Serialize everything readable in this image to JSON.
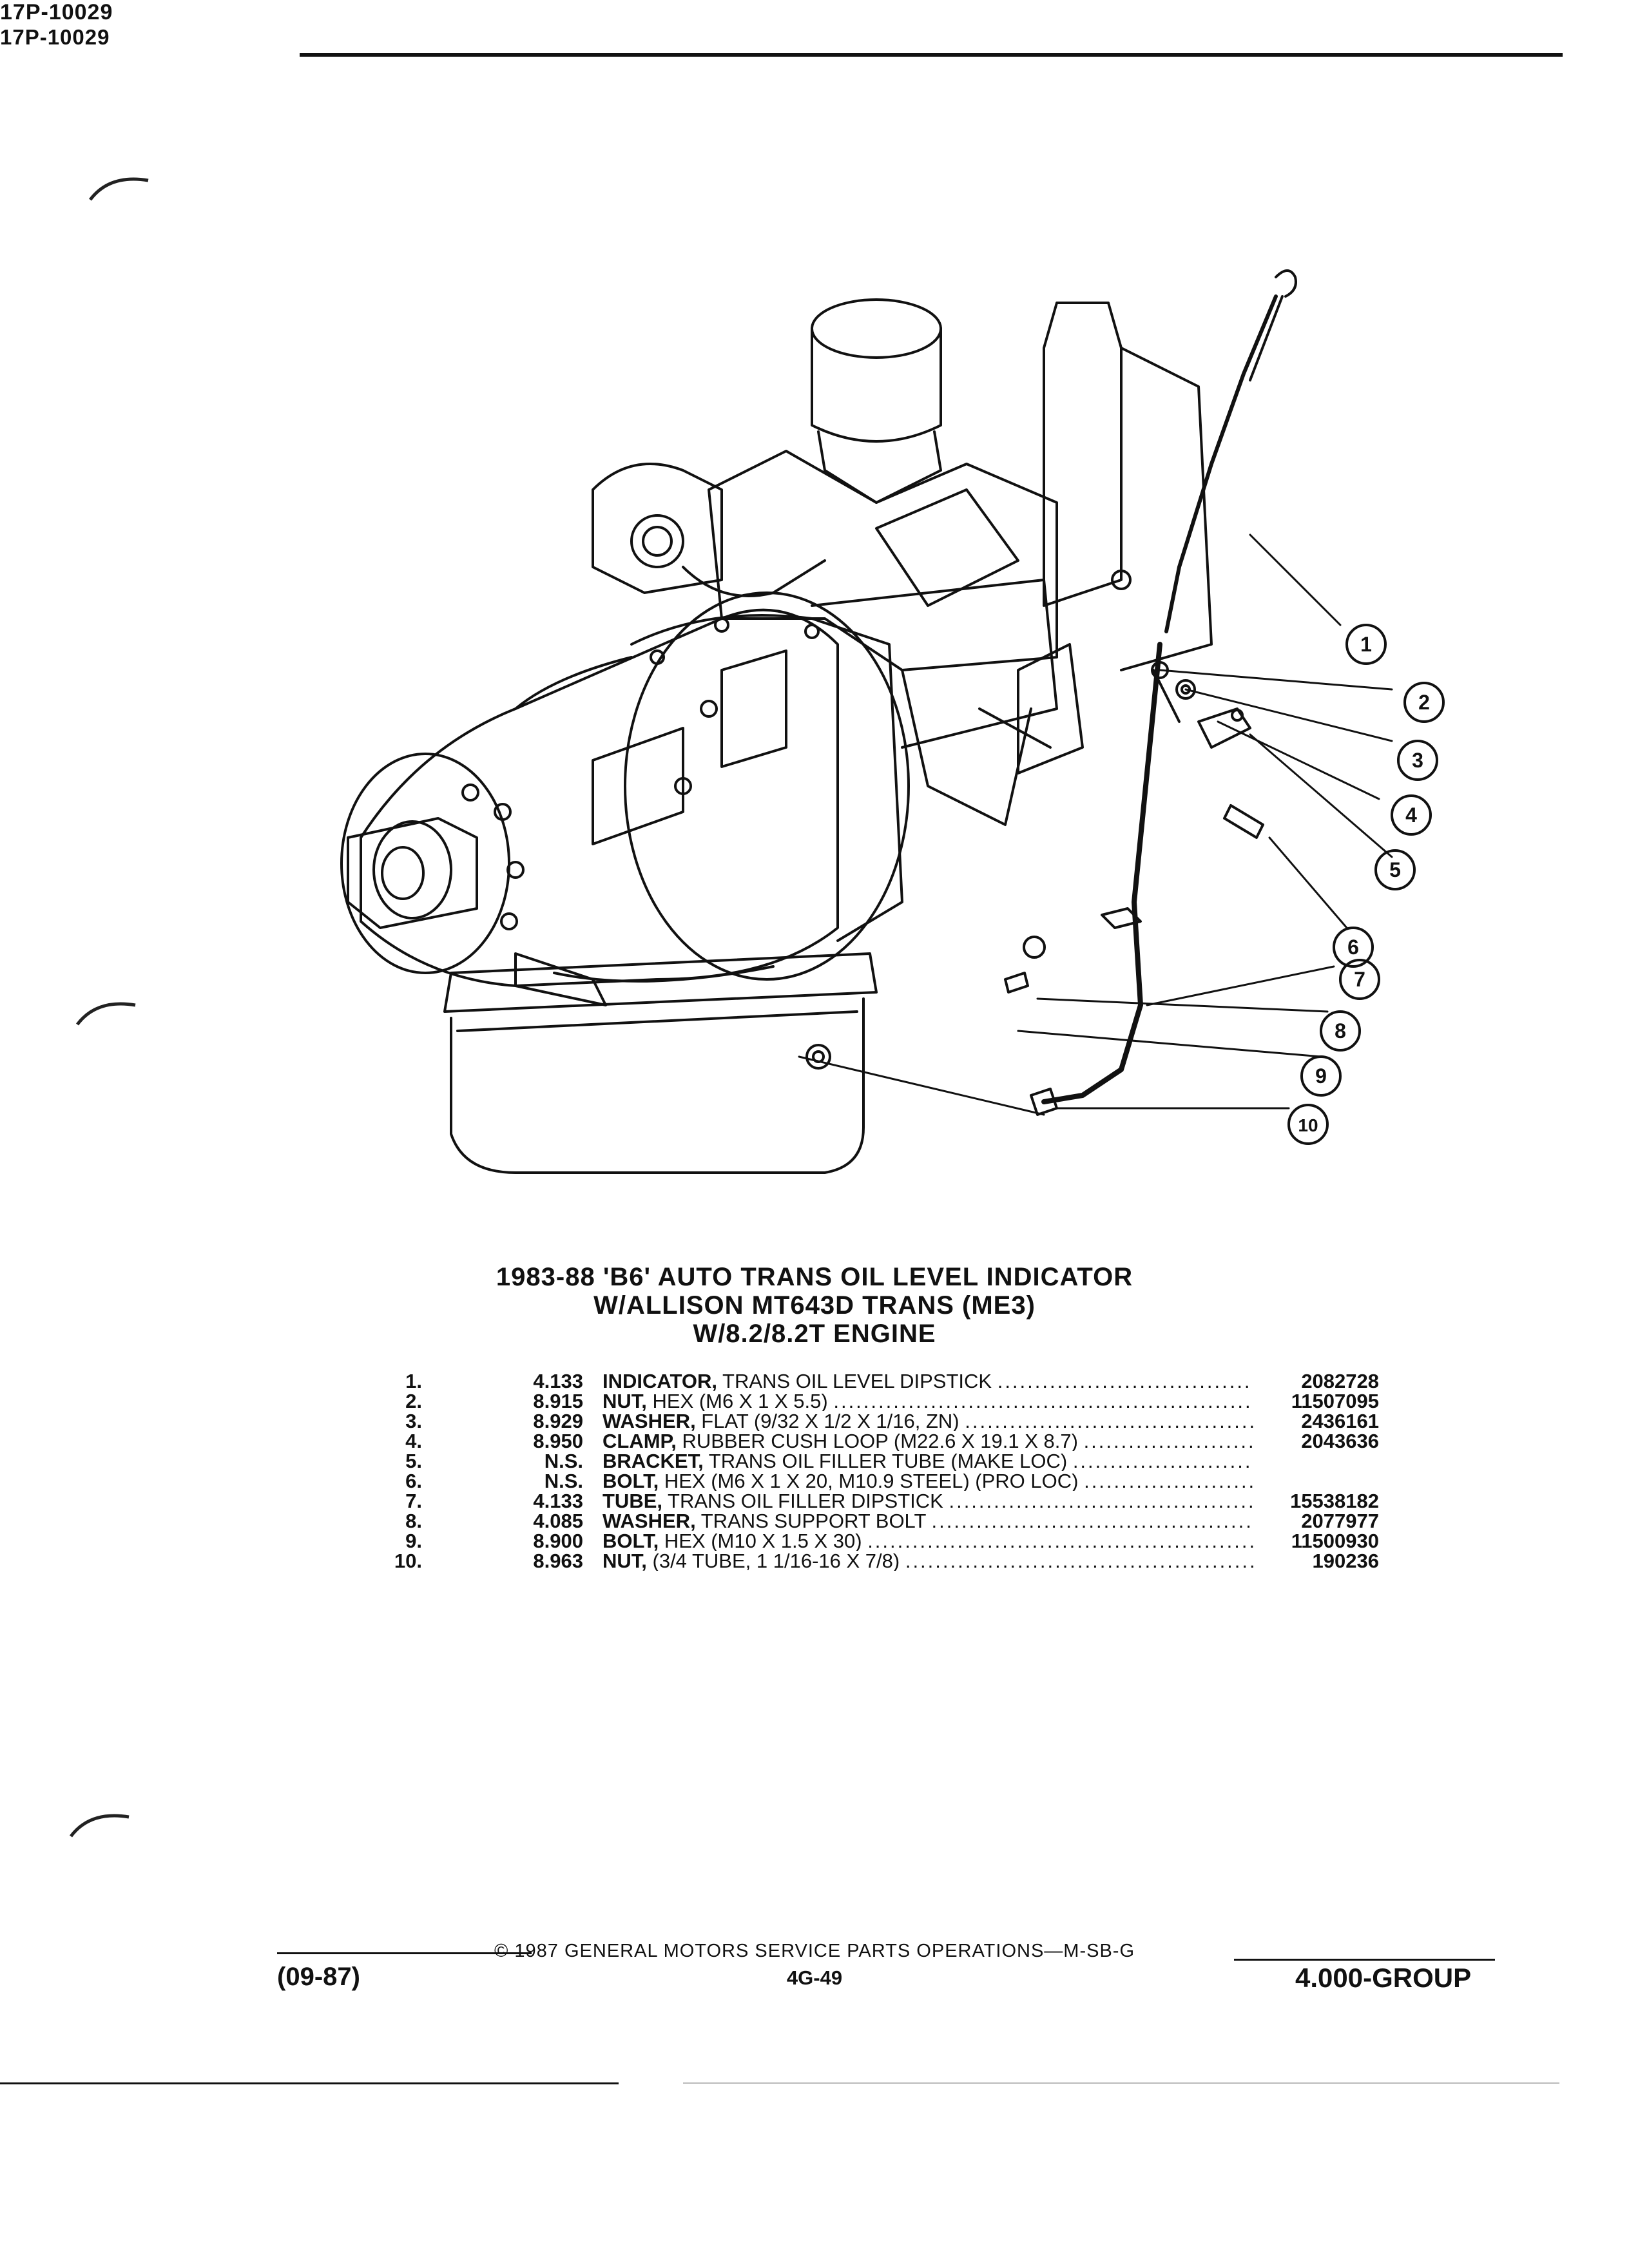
{
  "figure": {
    "code_top": "17P-10029",
    "code_bottom": "17P-10029",
    "callouts": [
      "1",
      "2",
      "3",
      "4",
      "5",
      "6",
      "7",
      "8",
      "9",
      "10"
    ]
  },
  "title": {
    "line1": "1983-88 'B6' AUTO TRANS OIL LEVEL INDICATOR",
    "line2": "W/ALLISON MT643D TRANS (ME3)",
    "line3": "W/8.2/8.2T ENGINE"
  },
  "parts": [
    {
      "num": "1.",
      "group": "4.133",
      "name": "INDICATOR,",
      "spec": " TRANS OIL LEVEL DIPSTICK",
      "part_no": "2082728"
    },
    {
      "num": "2.",
      "group": "8.915",
      "name": "NUT,",
      "spec": " HEX (M6 X 1 X 5.5)",
      "part_no": "11507095"
    },
    {
      "num": "3.",
      "group": "8.929",
      "name": "WASHER,",
      "spec": " FLAT (9/32 X 1/2 X 1/16, ZN)",
      "part_no": "2436161"
    },
    {
      "num": "4.",
      "group": "8.950",
      "name": "CLAMP,",
      "spec": " RUBBER CUSH LOOP (M22.6 X 19.1 X 8.7)",
      "part_no": "2043636"
    },
    {
      "num": "5.",
      "group": "N.S.",
      "name": "BRACKET,",
      "spec": " TRANS OIL FILLER TUBE (MAKE LOC)",
      "part_no": ""
    },
    {
      "num": "6.",
      "group": "N.S.",
      "name": "BOLT,",
      "spec": " HEX (M6 X 1 X 20, M10.9 STEEL) (PRO LOC)",
      "part_no": ""
    },
    {
      "num": "7.",
      "group": "4.133",
      "name": "TUBE,",
      "spec": " TRANS OIL FILLER DIPSTICK",
      "part_no": "15538182"
    },
    {
      "num": "8.",
      "group": "4.085",
      "name": "WASHER,",
      "spec": " TRANS SUPPORT BOLT",
      "part_no": "2077977"
    },
    {
      "num": "9.",
      "group": "8.900",
      "name": "BOLT,",
      "spec": " HEX (M10 X 1.5 X 30)",
      "part_no": "11500930"
    },
    {
      "num": "10.",
      "group": "8.963",
      "name": "NUT,",
      "spec": " (3/4 TUBE, 1 1/16-16 X 7/8)",
      "part_no": "190236"
    }
  ],
  "footer": {
    "copyright": "© 1987 GENERAL MOTORS SERVICE PARTS OPERATIONS—M-SB-G",
    "page": "4G-49",
    "date": "(09-87)",
    "group": "4.000-GROUP"
  }
}
